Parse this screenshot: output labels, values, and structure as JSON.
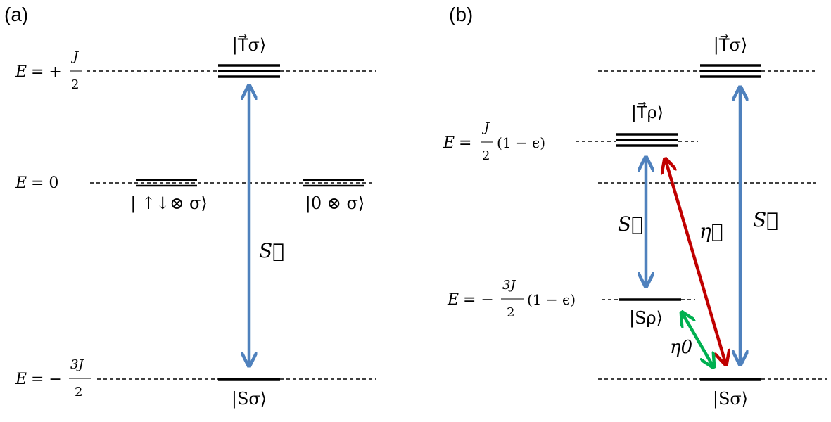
{
  "panel_a": {
    "label": "(a)",
    "energy_levels": {
      "top": {
        "lhs": "E",
        "eq": "= +",
        "num": "J",
        "den": "2"
      },
      "middle": {
        "lhs": "E",
        "eq": "= 0"
      },
      "bottom": {
        "lhs": "E",
        "eq": "= −",
        "num": "3J",
        "den": "2"
      }
    },
    "states": {
      "triplet": "|T⃗σ⟩",
      "updown": "| ↑↓⊗ σ⟩",
      "zero": "|0 ⊗ σ⟩",
      "singlet": "|Sσ⟩"
    },
    "operators": {
      "S": "S⃗"
    }
  },
  "panel_b": {
    "label": "(b)",
    "energy_levels": {
      "upper": {
        "lhs": "E",
        "eq": "=",
        "num": "J",
        "den": "2",
        "factor": "(1 − ϵ)"
      },
      "lower": {
        "lhs": "E",
        "eq": "= −",
        "num": "3J",
        "den": "2",
        "factor": "(1 − ϵ)"
      }
    },
    "states": {
      "triplet_sigma": "|T⃗σ⟩",
      "triplet_rho": "|T⃗ρ⟩",
      "singlet_rho": "|Sρ⟩",
      "singlet_sigma": "|Sσ⟩"
    },
    "operators": {
      "S_left": "S⃗",
      "eta": "η⃗",
      "S_right": "S⃗",
      "eta0": "η0"
    }
  },
  "colors": {
    "blue": "#4f81bd",
    "red": "#c00000",
    "green": "#00b050",
    "black": "#000000"
  }
}
